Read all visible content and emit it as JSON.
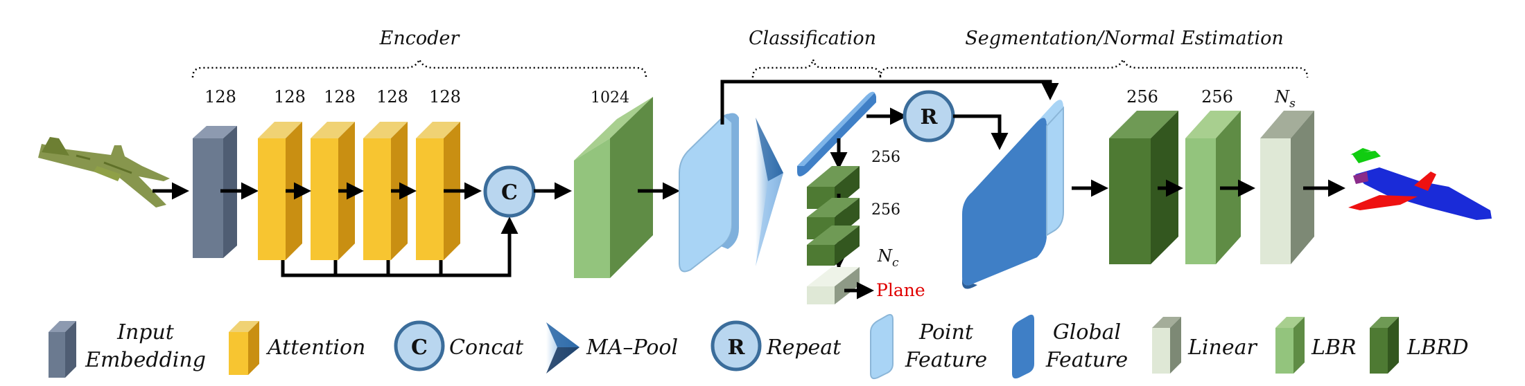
{
  "sections": {
    "encoder": "Encoder",
    "classification": "Classification",
    "segmentation": "Segmentation/Normal Estimation"
  },
  "dims": {
    "embed": "128",
    "att1": "128",
    "att2": "128",
    "att3": "128",
    "att4": "128",
    "lbr_1024": "1024",
    "cls1": "256",
    "cls2": "256",
    "cls_nc": "N",
    "cls_nc_sub": "c",
    "seg1": "256",
    "seg2": "256",
    "seg_ns": "N",
    "seg_ns_sub": "s"
  },
  "nodes": {
    "concat": "C",
    "repeat": "R",
    "plane": "Plane"
  },
  "legend": [
    {
      "id": "input-embedding",
      "line1": "Input",
      "line2": "Embedding"
    },
    {
      "id": "attention",
      "line1": "Attention",
      "line2": ""
    },
    {
      "id": "concat",
      "symbol": "C",
      "line1": "Concat",
      "line2": ""
    },
    {
      "id": "ma-pool",
      "line1": "MA–Pool",
      "line2": ""
    },
    {
      "id": "repeat",
      "symbol": "R",
      "line1": "Repeat",
      "line2": ""
    },
    {
      "id": "point-feature",
      "line1": "Point",
      "line2": "Feature"
    },
    {
      "id": "global-feature",
      "line1": "Global",
      "line2": "Feature"
    },
    {
      "id": "linear",
      "line1": "Linear",
      "line2": ""
    },
    {
      "id": "lbr",
      "line1": "LBR",
      "line2": ""
    },
    {
      "id": "lbrd",
      "line1": "LBRD",
      "line2": ""
    }
  ],
  "colors": {
    "embedding": "#6b7a90",
    "attention": "#f7c531",
    "lbr": "#93c47d",
    "lbrd": "#4e7a33",
    "linear": "#dfe8d6",
    "point": "#a9d4f5",
    "global": "#3f7fc6",
    "node": "#b9d6ef",
    "red": "#e00000"
  }
}
